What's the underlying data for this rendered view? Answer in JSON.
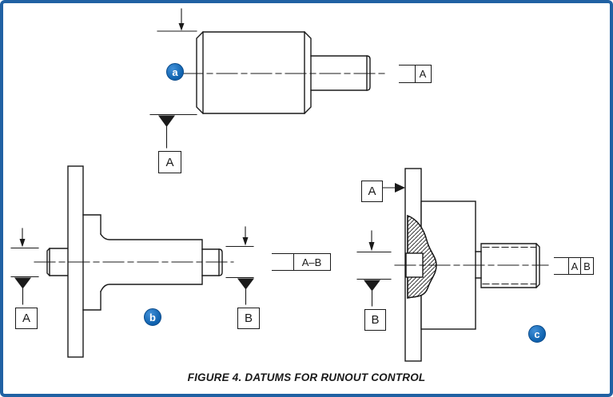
{
  "caption": "FIGURE 4.  DATUMS FOR RUNOUT CONTROL",
  "colors": {
    "frame_border": "#2161a3",
    "line": "#1a1a1a",
    "bubble_fill": "#1164b0",
    "bubble_rim": "#0a4a8a",
    "bubble_text": "#ffffff"
  },
  "figure_a": {
    "bubble": "a",
    "datum_box": "A",
    "frame_cells": [
      "A"
    ]
  },
  "figure_b": {
    "bubble": "b",
    "datum_box_left": "A",
    "datum_box_right": "B",
    "frame_cells": [
      "A–B"
    ]
  },
  "figure_c": {
    "bubble": "c",
    "datum_box_a": "A",
    "datum_box_b": "B",
    "frame_cells": [
      "A",
      "B"
    ]
  }
}
